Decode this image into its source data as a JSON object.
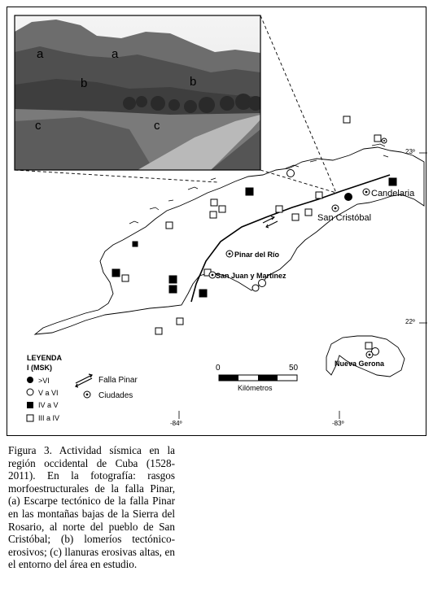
{
  "photo": {
    "labels": [
      "a",
      "a",
      "b",
      "b",
      "c",
      "c"
    ]
  },
  "map": {
    "cities": {
      "candelaria": "Candelaria",
      "san_cristobal": "San Cristóbal",
      "pinar_del_rio": "Pinar del Río",
      "san_juan": "San Juan y Martínez",
      "nueva_gerona": "Nueva Gerona"
    },
    "latitudes": {
      "lat_23": "23º",
      "lat_22": "22º"
    },
    "longitudes": {
      "lon_84": "-84º",
      "lon_83": "-83º"
    },
    "scale": {
      "start": "0",
      "end": "50",
      "unit": "Kilómetros"
    },
    "legend": {
      "title": "LEYENDA",
      "scale_name": "I (MSK)",
      "items": [
        ">VI",
        "V a VI",
        "IV a V",
        "III a IV"
      ],
      "fault": "Falla Pinar",
      "cities": "Ciudades"
    },
    "colors": {
      "ink": "#000000",
      "paper": "#ffffff"
    }
  },
  "caption": {
    "text": "Figura 3. Actividad sísmica en la región occidental de Cuba (1528-2011). En la fotografía: rasgos morfoestructurales de la falla Pinar, (a) Escarpe tectónico de la falla Pinar en las montañas bajas de la Sierra del Rosario, al norte del pueblo de San Cristóbal; (b) lomeríos tectónico-erosivos; (c) llanuras erosivas altas, en el entorno del área en estudio."
  }
}
